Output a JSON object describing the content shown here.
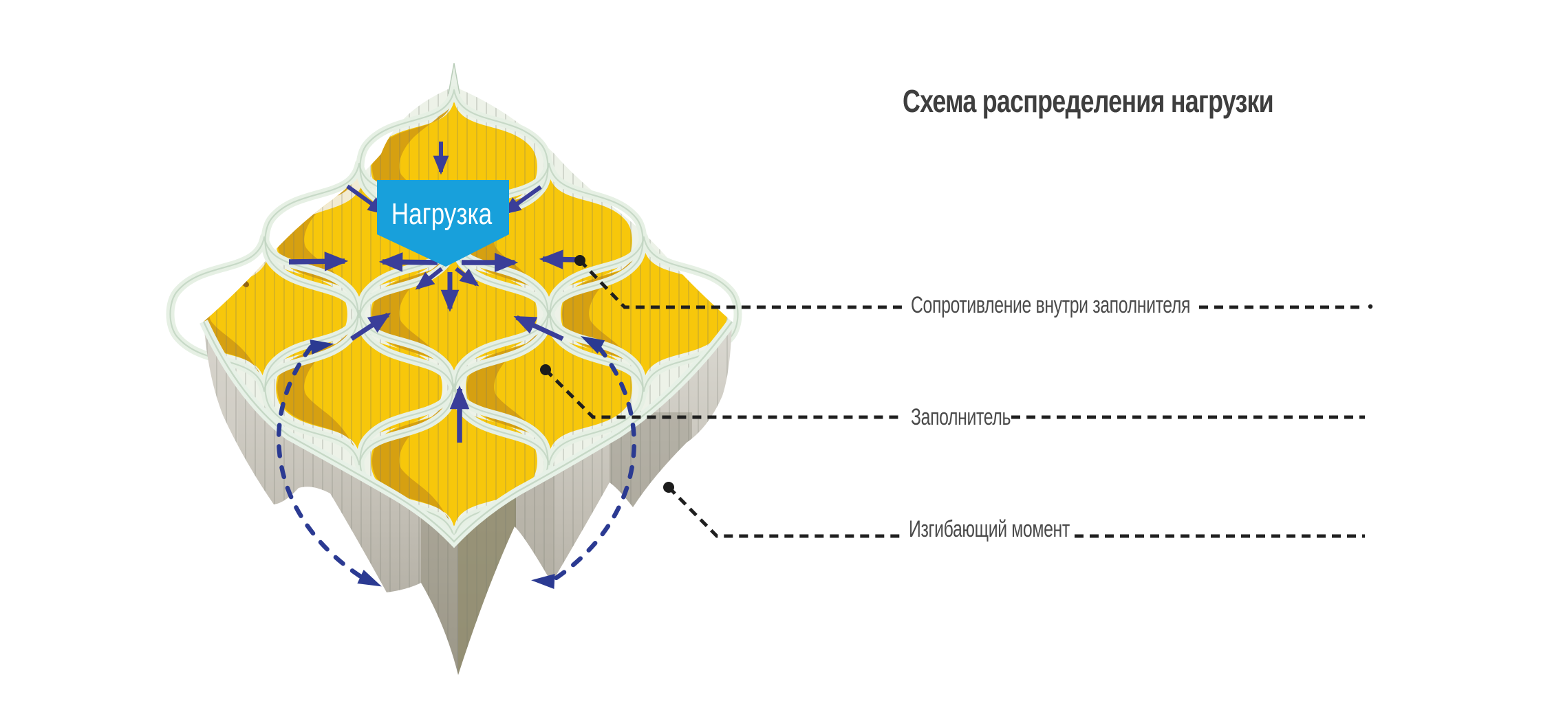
{
  "title": "Схема распределения нагрузки",
  "banner": {
    "label": "Нагрузка",
    "color": "#18A0DB"
  },
  "callouts": {
    "resistance": "Сопротивление внутри заполнителя",
    "filler": "Заполнитель",
    "moment": "Изгибающий момент"
  },
  "colors": {
    "infill_yellow": "#F7C70B",
    "infill_shadow": "#D29C12",
    "wall_mint": "#E7F1E7",
    "wall_gray": "#ABA79C",
    "arrow_blue": "#3A3E99",
    "moment_blue": "#2B3A92",
    "leader_black": "#1F1F1F",
    "title_gray": "#3F3F3F"
  }
}
